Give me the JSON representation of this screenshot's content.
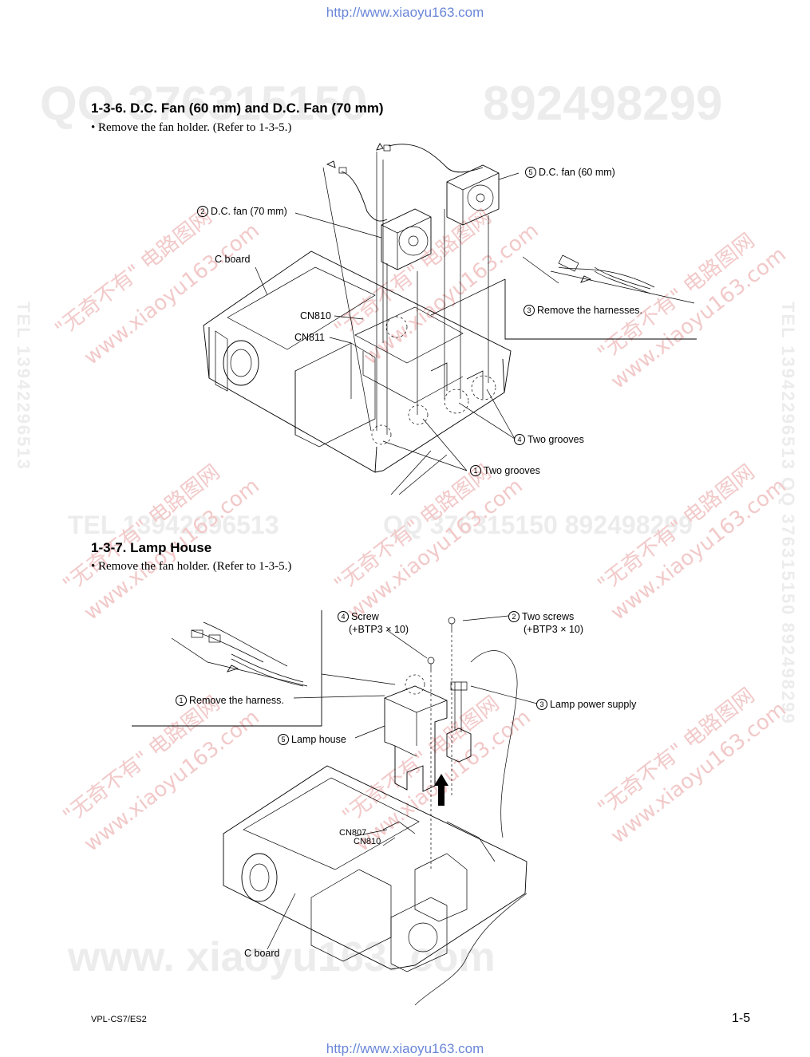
{
  "header_url": "http://www.xiaoyu163.com",
  "footer_url": "http://www.xiaoyu163.com",
  "watermarks": {
    "qq_top": "QQ 376315150",
    "qq_top_right": "892498299",
    "tel_mid": "TEL 13942296513",
    "qq_mid": "QQ 376315150  892498299",
    "web_bottom": "www. xiaoyu163. com",
    "vertical_left": "TEL 13942296513",
    "vertical_right": "TEL 13942296513  QQ 376315150  892498299",
    "slant_1": "\"无奇不有\" 电路图网",
    "slant_2": "www.xiaoyu163.com"
  },
  "section1": {
    "heading": "1-3-6.   D.C. Fan (60 mm)  and D.C. Fan (70 mm)",
    "step": "• Remove the fan holder. (Refer to 1-3-5.)",
    "labels": {
      "fan60": "D.C. fan (60 mm)",
      "fan60_num": "5",
      "fan70": "D.C. fan (70 mm)",
      "fan70_num": "2",
      "cboard": "C board",
      "cn810": "CN810",
      "cn811": "CN811",
      "harness": "Remove the harnesses.",
      "harness_num": "3",
      "grooves4": "Two grooves",
      "grooves4_num": "4",
      "grooves1": "Two grooves",
      "grooves1_num": "1"
    }
  },
  "section2": {
    "heading": "1-3-7.   Lamp House",
    "step": "• Remove the fan holder. (Refer to 1-3-5.)",
    "labels": {
      "screw": "Screw",
      "screw_num": "4",
      "screw_spec": "(+BTP3 × 10)",
      "two_screws": "Two screws",
      "two_screws_num": "2",
      "two_screws_spec": "(+BTP3 × 10)",
      "harness": "Remove the harness.",
      "harness_num": "1",
      "lamp_ps": "Lamp power supply",
      "lamp_ps_num": "3",
      "lamp_house": "Lamp house",
      "lamp_house_num": "5",
      "cn807": "CN807",
      "cn810": "CN810",
      "cboard": "C board"
    }
  },
  "footer": {
    "model": "VPL-CS7/ES2",
    "page": "1-5"
  }
}
